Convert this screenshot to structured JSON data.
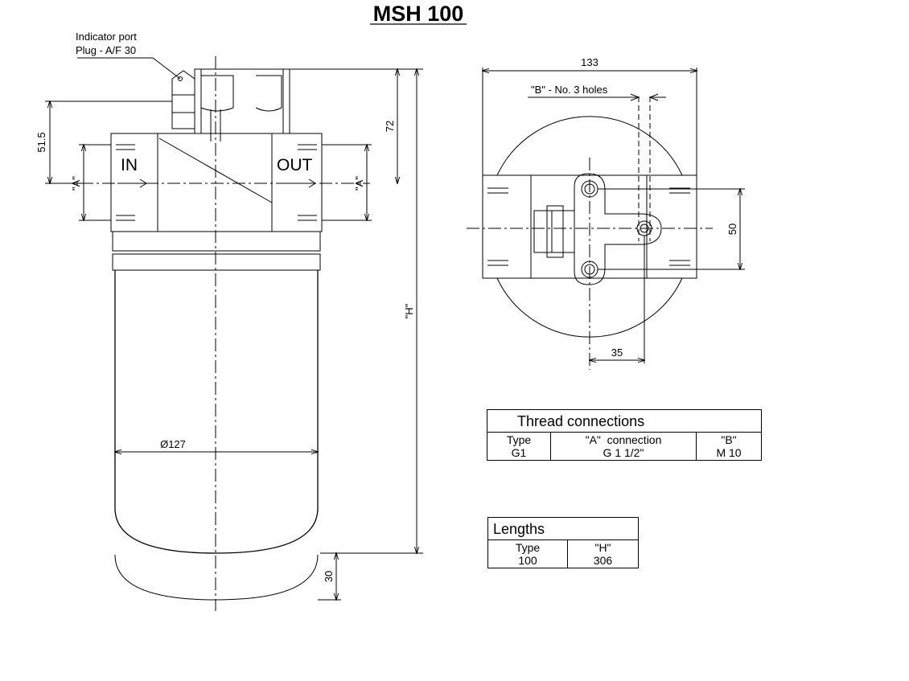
{
  "title": "MSH 100",
  "labels": {
    "indicator_port": "Indicator port",
    "plug": "Plug - A/F 30",
    "inlet": "IN",
    "outlet": "OUT",
    "port_a": "\"A\"",
    "holes_b": "\"B\" - No. 3 holes",
    "height_h": "\"H\""
  },
  "dimensions": {
    "indicator_offset": "51.5",
    "port_height": "72",
    "diameter": "Ø127",
    "bowl_clearance": "30",
    "width": "133",
    "hole_spacing": "50",
    "hole_offset": "35"
  },
  "thread_table": {
    "title": "Thread connections",
    "headers": [
      "Type",
      "\"A\"  connection",
      "\"B\""
    ],
    "row": [
      "G1",
      "G 1 1/2\"",
      "M 10"
    ]
  },
  "lengths_table": {
    "title": "Lengths",
    "headers": [
      "Type",
      "\"H\""
    ],
    "row": [
      "100",
      "306"
    ]
  }
}
